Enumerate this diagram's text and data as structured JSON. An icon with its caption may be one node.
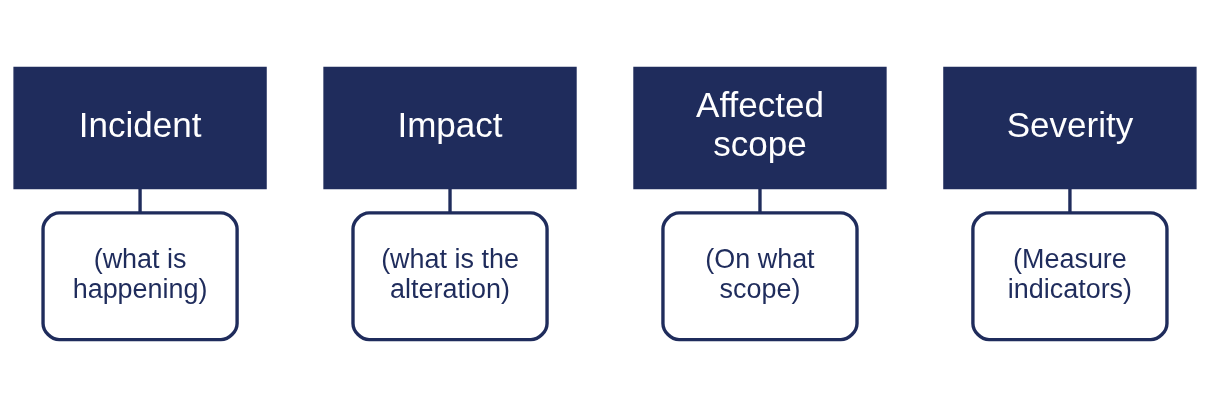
{
  "diagram": {
    "nodes": [
      {
        "text": [
          "Incident"
        ]
      },
      {
        "text": [
          "(what is happening)"
        ]
      },
      {
        "text": [
          "Impact"
        ]
      },
      {
        "text": [
          "(what is the alteration)"
        ]
      },
      {
        "text": [
          "Affected scope"
        ]
      },
      {
        "text": [
          "(On what scope)"
        ]
      },
      {
        "text": [
          "Severity"
        ]
      },
      {
        "text": [
          "(Measure indicators)"
        ]
      }
    ],
    "edges": [
      {
        "from": 0,
        "to": 1,
        "arrow": "none"
      },
      {
        "from": 2,
        "to": 3,
        "arrow": "none"
      },
      {
        "from": 4,
        "to": 5,
        "arrow": "none"
      },
      {
        "from": 6,
        "to": 7,
        "arrow": "none"
      }
    ]
  }
}
